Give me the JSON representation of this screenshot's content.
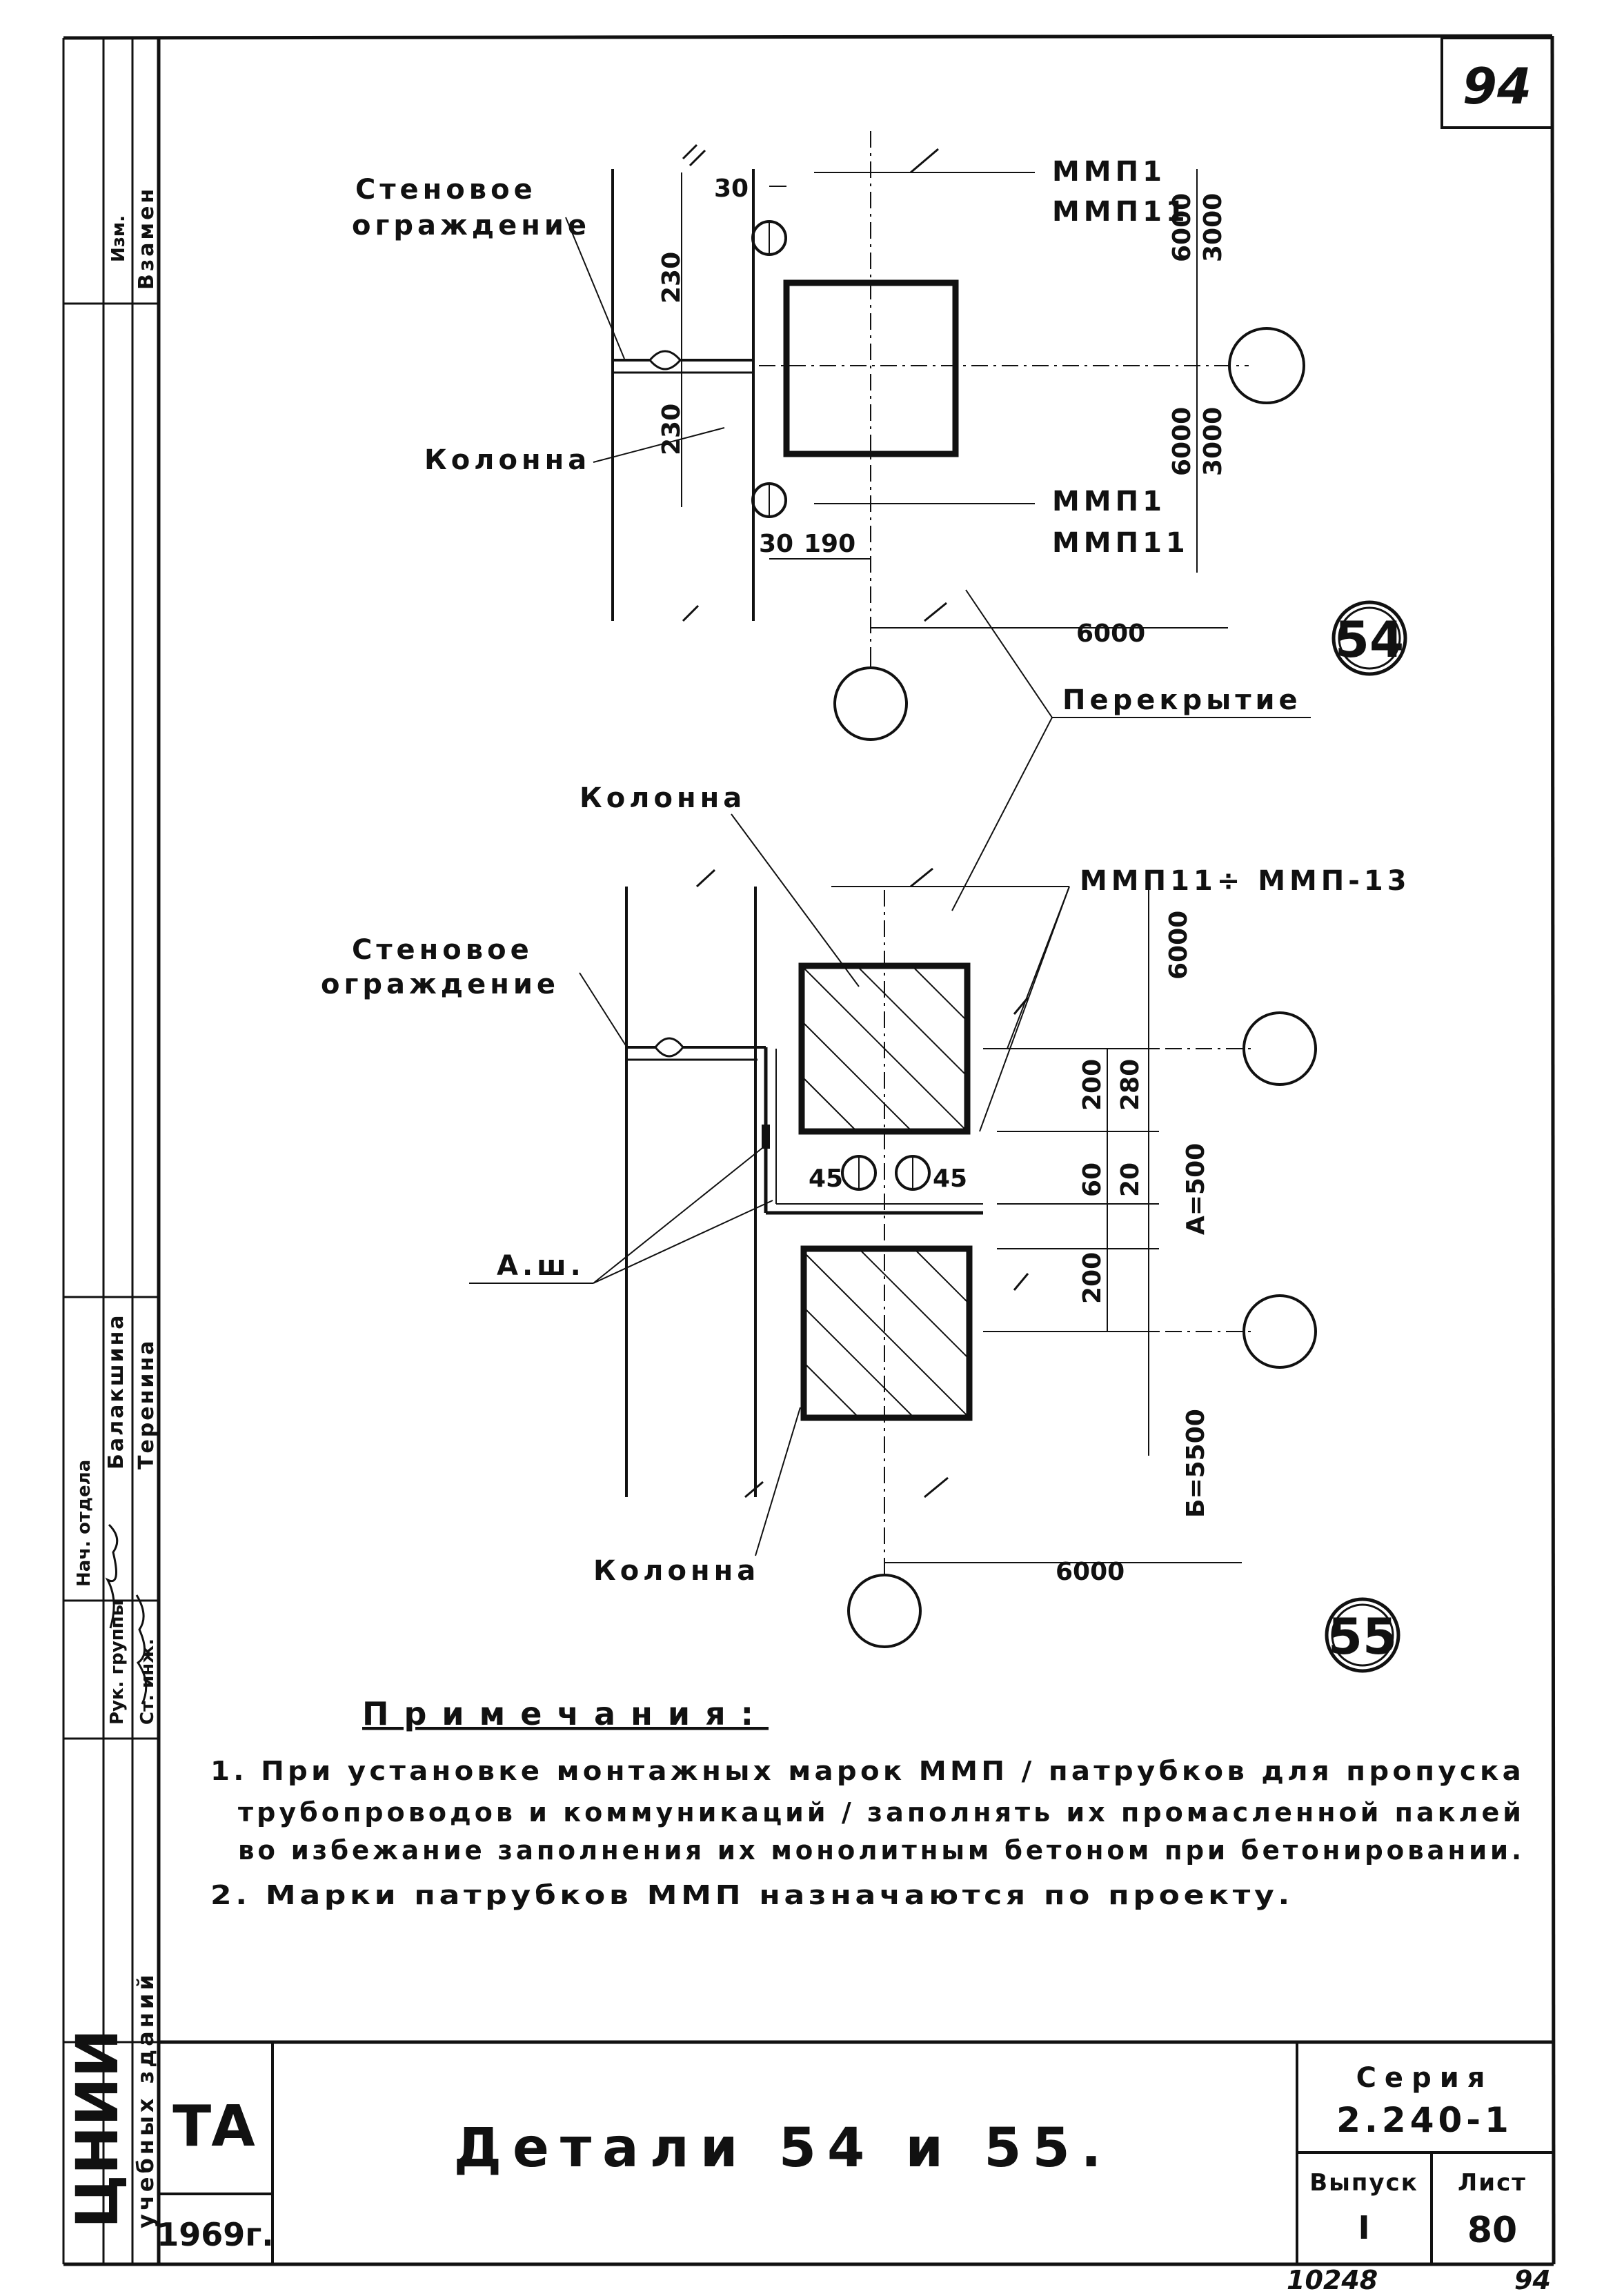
{
  "sheet_number_top": "94",
  "stamp": {
    "left_column": [
      "ЦНИИ",
      "учебных зданий"
    ],
    "staff_roles": [
      "Нач. отдела",
      "Рук. группы",
      "Ст. инж."
    ],
    "staff_names": [
      "Балакшина",
      "Теренина"
    ],
    "header_left": [
      "Изм.",
      "Взамен"
    ],
    "org": "ТА",
    "year": "1969г.",
    "title": "Детали 54 и 55.",
    "series_label": "Серия",
    "series_value": "2.240-1",
    "issue_label": "Выпуск",
    "issue_value": "I",
    "sheet_label": "Лист",
    "sheet_value": "80",
    "bottom_left_number": "10248",
    "bottom_right_number": "94"
  },
  "detail54": {
    "number": "54",
    "wall_label": [
      "Стеновое",
      "ограждение"
    ],
    "column_label": "Колонна",
    "marks_top": [
      "ММП1",
      "ММП11"
    ],
    "marks_bottom": [
      "ММП1",
      "ММП11"
    ],
    "dims": {
      "d30": "30",
      "d230a": "230",
      "d230b": "230",
      "d30b": "30",
      "d190": "190",
      "v6000a": "6000",
      "v3000a": "3000",
      "v6000b": "6000",
      "v3000b": "3000",
      "h6000": "6000"
    }
  },
  "slab_label": "Перекрытие",
  "detail55": {
    "number": "55",
    "column_top_label": "Колонна",
    "wall_label": [
      "Стеновое",
      "ограждение"
    ],
    "marks": "ММП11÷ ММП-13",
    "ash_label": "А.ш.",
    "column_bottom_label": "Колонна",
    "dims": {
      "v6000": "6000",
      "d200a": "200",
      "d280": "280",
      "d60": "60",
      "d20": "20",
      "d45a": "45",
      "d45b": "45",
      "a500": "А=500",
      "d200b": "200",
      "b5500": "Б=5500",
      "h6000": "6000"
    }
  },
  "notes": {
    "title": "Примечания:",
    "lines": [
      "1. При установке монтажных марок ММП / патрубков для пропуска",
      "трубопроводов и коммуникаций / заполнять их промасленной паклей",
      "во избежание заполнения их монолитным бетоном при бетонировании.",
      "2. Марки патрубков ММП назначаются по проекту."
    ]
  }
}
